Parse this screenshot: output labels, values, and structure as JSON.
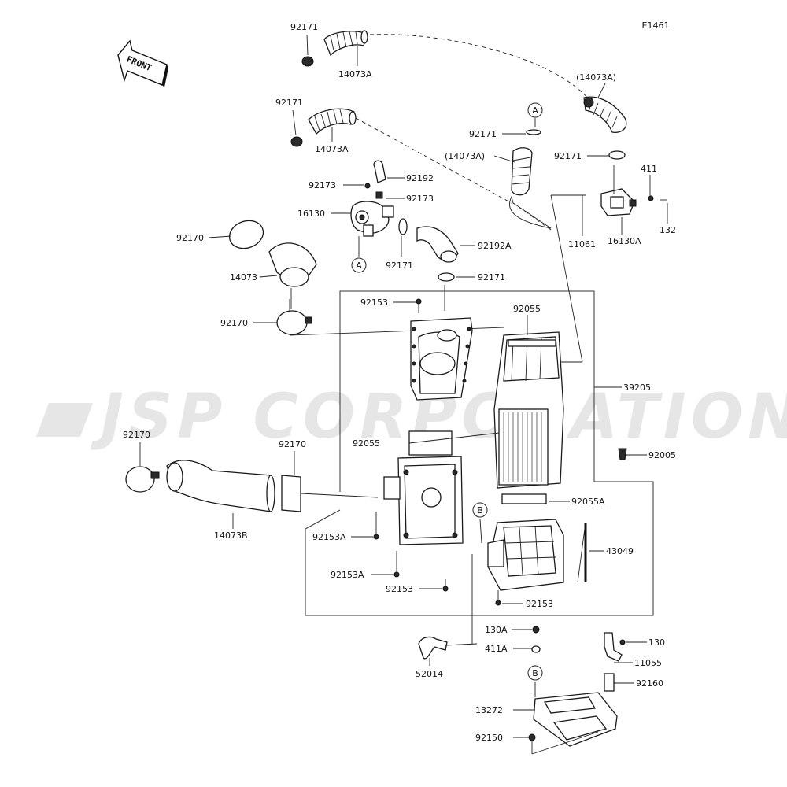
{
  "diagram_code": "E1461",
  "front_label": "FRONT",
  "watermark": "JSP CORPORATION",
  "callout_letters": [
    "A",
    "A",
    "B",
    "B"
  ],
  "labels": [
    "92171",
    "14073A",
    "92171",
    "14073A",
    "(14073A)",
    "92171",
    "92171",
    "(14073A)",
    "92171",
    "92192",
    "92173",
    "92173",
    "16130",
    "11061",
    "16130A",
    "411",
    "132",
    "92170",
    "14073",
    "92171",
    "92192A",
    "92171",
    "92170",
    "92153",
    "92055",
    "39205",
    "92055",
    "92005",
    "92170",
    "92170",
    "14073B",
    "92055A",
    "92153A",
    "43049",
    "92153A",
    "92153",
    "92153",
    "130A",
    "411A",
    "130",
    "11055",
    "52014",
    "92160",
    "13272",
    "92150"
  ]
}
